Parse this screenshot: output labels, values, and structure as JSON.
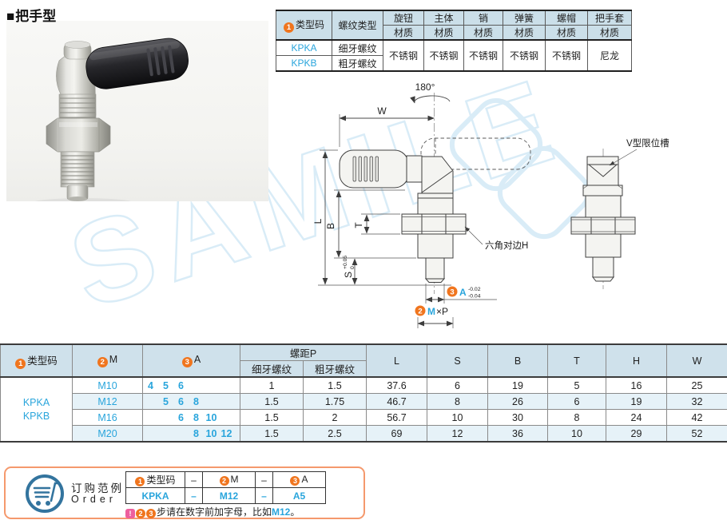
{
  "title": {
    "marker": "■",
    "text": "把手型"
  },
  "watermark": {
    "text": "SAMILE"
  },
  "materials_table": {
    "badge1": "1",
    "type_code_header": "类型码",
    "thread_type_header": "螺纹类型",
    "material_label": "材质",
    "part_columns": [
      "旋钮",
      "主体",
      "销",
      "弹簧",
      "螺帽",
      "把手套"
    ],
    "rows": [
      {
        "code": "KPKA",
        "thread": "细牙螺纹"
      },
      {
        "code": "KPKB",
        "thread": "粗牙螺纹"
      }
    ],
    "materials": [
      "不锈钢",
      "不锈钢",
      "不锈钢",
      "不锈钢",
      "不锈钢",
      "尼龙"
    ]
  },
  "drawing": {
    "rotation": "180°",
    "w": "W",
    "l": "L",
    "b": "B",
    "t": "T",
    "s_base": "S",
    "s_sup": "+0.05",
    "s_sub": "0",
    "m_badge": "2",
    "m_label": "M",
    "m_suffix": "×P",
    "a_badge": "3",
    "a_label": "A",
    "a_tol_up": "-0.02",
    "a_tol_dn": "-0.04",
    "hex_label": "六角对边H",
    "v_groove_label": "V型限位槽"
  },
  "dim_table": {
    "badge1": "1",
    "badge2": "2",
    "badge3": "3",
    "type_code_header": "类型码",
    "m_header": "M",
    "a_header": "A",
    "pitch_header": "螺距P",
    "fine_header": "细牙螺纹",
    "coarse_header": "粗牙螺纹",
    "col_l": "L",
    "col_s": "S",
    "col_b": "B",
    "col_t": "T",
    "col_h": "H",
    "col_w": "W",
    "type_codes": [
      "KPKA",
      "KPKB"
    ],
    "rows": [
      {
        "m": "M10",
        "a": [
          "4",
          "5",
          "6",
          "",
          "",
          ""
        ],
        "fine": "1",
        "coarse": "1.5",
        "l": "37.6",
        "s": "6",
        "b": "19",
        "t": "5",
        "h": "16",
        "w": "25"
      },
      {
        "m": "M12",
        "a": [
          "",
          "5",
          "6",
          "8",
          "",
          ""
        ],
        "fine": "1.5",
        "coarse": "1.75",
        "l": "46.7",
        "s": "8",
        "b": "26",
        "t": "6",
        "h": "19",
        "w": "32"
      },
      {
        "m": "M16",
        "a": [
          "",
          "",
          "6",
          "8",
          "10",
          ""
        ],
        "fine": "1.5",
        "coarse": "2",
        "l": "56.7",
        "s": "10",
        "b": "30",
        "t": "8",
        "h": "24",
        "w": "42"
      },
      {
        "m": "M20",
        "a": [
          "",
          "",
          "",
          "8",
          "10",
          "12"
        ],
        "fine": "1.5",
        "coarse": "2.5",
        "l": "69",
        "s": "12",
        "b": "36",
        "t": "10",
        "h": "29",
        "w": "52"
      }
    ]
  },
  "order": {
    "label_cn": "订购范例",
    "label_en": "Order",
    "badge1": "1",
    "badge2": "2",
    "badge3": "3",
    "header_code": "类型码",
    "header_m": "M",
    "header_a": "A",
    "dash": "–",
    "example_code": "KPKA",
    "example_m": "M12",
    "example_a": "A5",
    "note_badge": "!",
    "note_b2": "2",
    "note_b3": "3",
    "note_text": "步请在数字前加字母，比如",
    "note_highlight": "M12",
    "note_end": "。"
  },
  "colors": {
    "accent_orange": "#f0751e",
    "link_blue": "#29a5dc",
    "header_blue": "#cbdfe9",
    "band_blue": "#e3f0f7",
    "order_border": "#f5996d",
    "cart_blue": "#33749e",
    "note_pink": "#ee5f9e"
  }
}
